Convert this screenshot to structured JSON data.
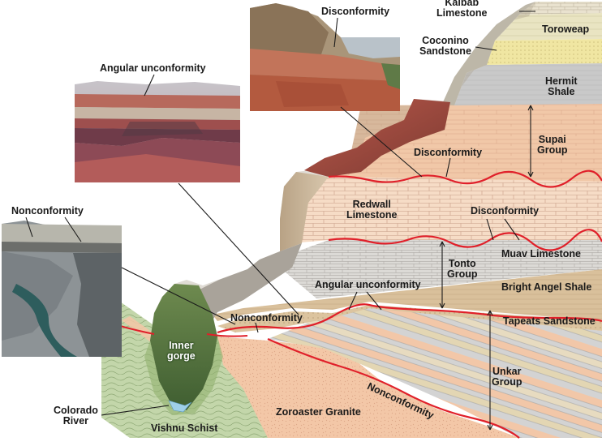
{
  "labels": {
    "kaibab": "Kaibab\nLimestone",
    "toroweap": "Toroweap",
    "coconino": "Coconino\nSandstone",
    "hermit": "Hermit\nShale",
    "supai": "Supai\nGroup",
    "redwall": "Redwall\nLimestone",
    "muav": "Muav Limestone",
    "tonto": "Tonto\nGroup",
    "bright_angel": "Bright Angel Shale",
    "tapeats": "Tapeats Sandstone",
    "unkar": "Unkar\nGroup",
    "inner_gorge": "Inner\ngorge",
    "colorado_river": "Colorado\nRiver",
    "vishnu": "Vishnu Schist",
    "zoroaster": "Zoroaster Granite"
  },
  "callouts": {
    "disconformity_photo": "Disconformity",
    "angular_photo": "Angular unconformity",
    "nonconformity_photo": "Nonconformity",
    "disconformity_supai": "Disconformity",
    "disconformity_muav": "Disconformity",
    "angular_unkar": "Angular unconformity",
    "nonconformity_tapeats": "Nonconformity",
    "nonconformity_granite": "Nonconformity"
  },
  "colors": {
    "contact_line": "#e0202a",
    "kaibab": "#e9e2cf",
    "toroweap": "#e9e4c2",
    "coconino": "#f0e6a2",
    "hermit": "#c9c9c9",
    "supai": "#f1c8a8",
    "redwall": "#f6dcc6",
    "muav": "#dcdad6",
    "bright_angel": "#d9c09b",
    "unkar": "#d3d3d3",
    "granite": "#f3c7a7",
    "schist": "#c3d6aa"
  }
}
